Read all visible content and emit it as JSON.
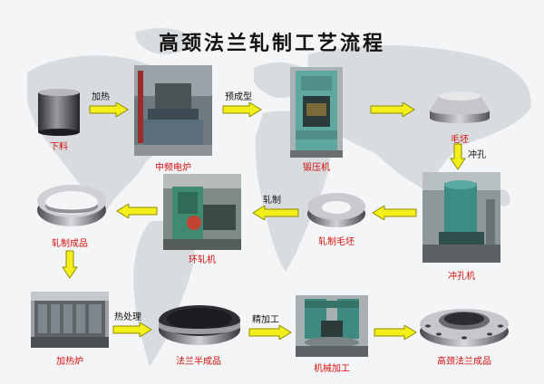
{
  "title": "高颈法兰轧制工艺流程",
  "steps": {
    "blank": "下料",
    "furnace": "中频电炉",
    "forging_press": "锻压机",
    "rough_blank": "毛坯",
    "punching_machine": "冲孔机",
    "rolled_blank": "轧制毛坯",
    "ring_rolling_machine": "环轧机",
    "rolled_product": "轧制成品",
    "heating_furnace": "加热炉",
    "flange_semi": "法兰半成品",
    "machining": "机械加工",
    "flange_final": "高颈法兰成品"
  },
  "arrows": {
    "heating": "加热",
    "preforming": "预成型",
    "punching": "冲孔",
    "rolling": "轧制",
    "heat_treatment": "热处理",
    "finishing": "精加工"
  },
  "colors": {
    "arrow_fill": "#f2ef1b",
    "arrow_stroke": "#8f8b00",
    "caption": "#d21010",
    "map_land": "#d9dcdf"
  },
  "icons": {
    "arrow_right": "arrow-right-icon",
    "arrow_left": "arrow-left-icon",
    "arrow_down": "arrow-down-icon"
  }
}
